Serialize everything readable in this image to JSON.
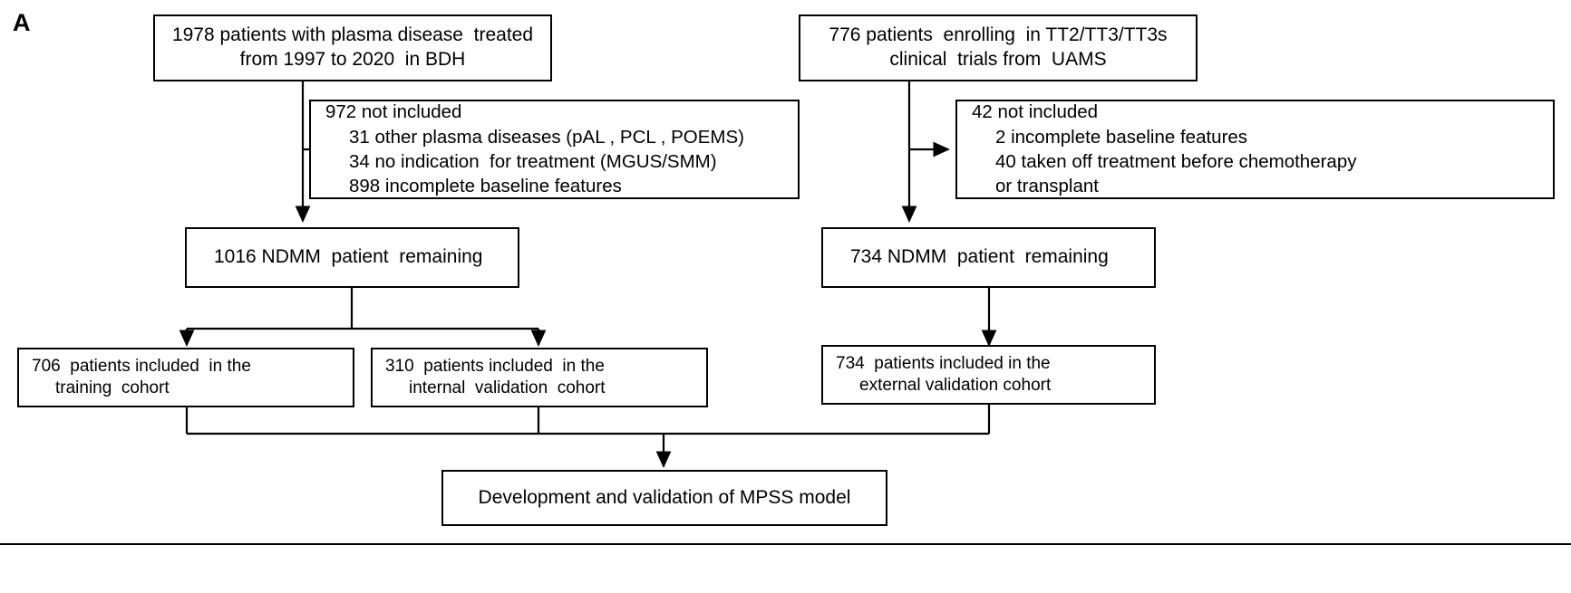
{
  "figure": {
    "panel_label": "A",
    "stroke_color": "#000000",
    "background_color": "#ffffff"
  },
  "boxes": {
    "bdh_source": {
      "line1": "1978 patients with plasma disease  treated",
      "line2": "from 1997 to 2020  in BDH"
    },
    "bdh_excluded": {
      "line1": "972 not included",
      "line2": "31 other plasma diseases (pAL , PCL , POEMS)",
      "line3": "34 no indication  for treatment (MGUS/SMM)",
      "line4": "898 incomplete baseline features"
    },
    "bdh_remaining": {
      "line1": "1016 NDMM  patient  remaining"
    },
    "training_cohort": {
      "line1": "706  patients included  in the",
      "line2": "training  cohort"
    },
    "internal_validation_cohort": {
      "line1": "310  patients included  in the",
      "line2": "internal  validation  cohort"
    },
    "uams_source": {
      "line1": "776 patients  enrolling  in TT2/TT3/TT3s",
      "line2": "clinical  trials from  UAMS"
    },
    "uams_excluded": {
      "line1": "42 not included",
      "line2": "2 incomplete baseline features",
      "line3": "40 taken off treatment before chemotherapy",
      "line4": "or transplant"
    },
    "uams_remaining": {
      "line1": "734 NDMM  patient  remaining"
    },
    "external_validation_cohort": {
      "line1": "734  patients included in the",
      "line2": "external validation cohort"
    },
    "final_model": {
      "line1": "Development and validation of MPSS model"
    }
  }
}
